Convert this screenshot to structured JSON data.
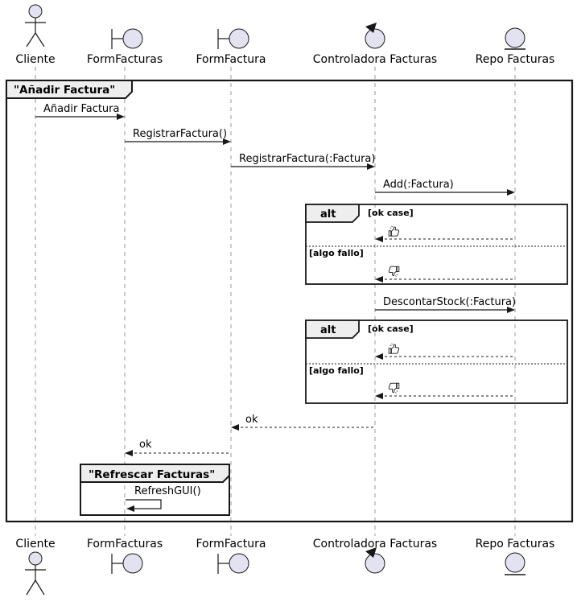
{
  "diagram": {
    "type": "uml-sequence-diagram",
    "participants": [
      {
        "label": "Cliente",
        "type": "actor"
      },
      {
        "label": "FormFacturas",
        "type": "boundary"
      },
      {
        "label": "FormFactura",
        "type": "boundary"
      },
      {
        "label": "Controladora Facturas",
        "type": "control"
      },
      {
        "label": "Repo Facturas",
        "type": "entity"
      }
    ],
    "main_frame": {
      "title": "\"Añadir Factura\""
    },
    "inner_frame": {
      "title": "\"Refrescar Facturas\""
    },
    "messages": {
      "m1": "Añadir Factura",
      "m2": "RegistrarFactura()",
      "m3": "RegistrarFactura(:Factura)",
      "m4": "Add(:Factura)",
      "m5": "DescontarStock(:Factura)",
      "ok1": "ok",
      "ok2": "ok",
      "refresh": "RefreshGUI()"
    },
    "alt1": {
      "operator": "alt",
      "guard_ok": "[ok case]",
      "guard_fail": "[algo fallo]",
      "ok_reply_icon": "thumbs-up",
      "fail_reply_icon": "thumbs-down"
    },
    "alt2": {
      "operator": "alt",
      "guard_ok": "[ok case]",
      "guard_fail": "[algo fallo]",
      "ok_reply_icon": "thumbs-up",
      "fail_reply_icon": "thumbs-down"
    },
    "colors": {
      "participant_fill": "#E2E2F0",
      "stroke": "#181818",
      "frame_header_fill": "#EEEEEE",
      "lifeline": "#999999"
    }
  }
}
